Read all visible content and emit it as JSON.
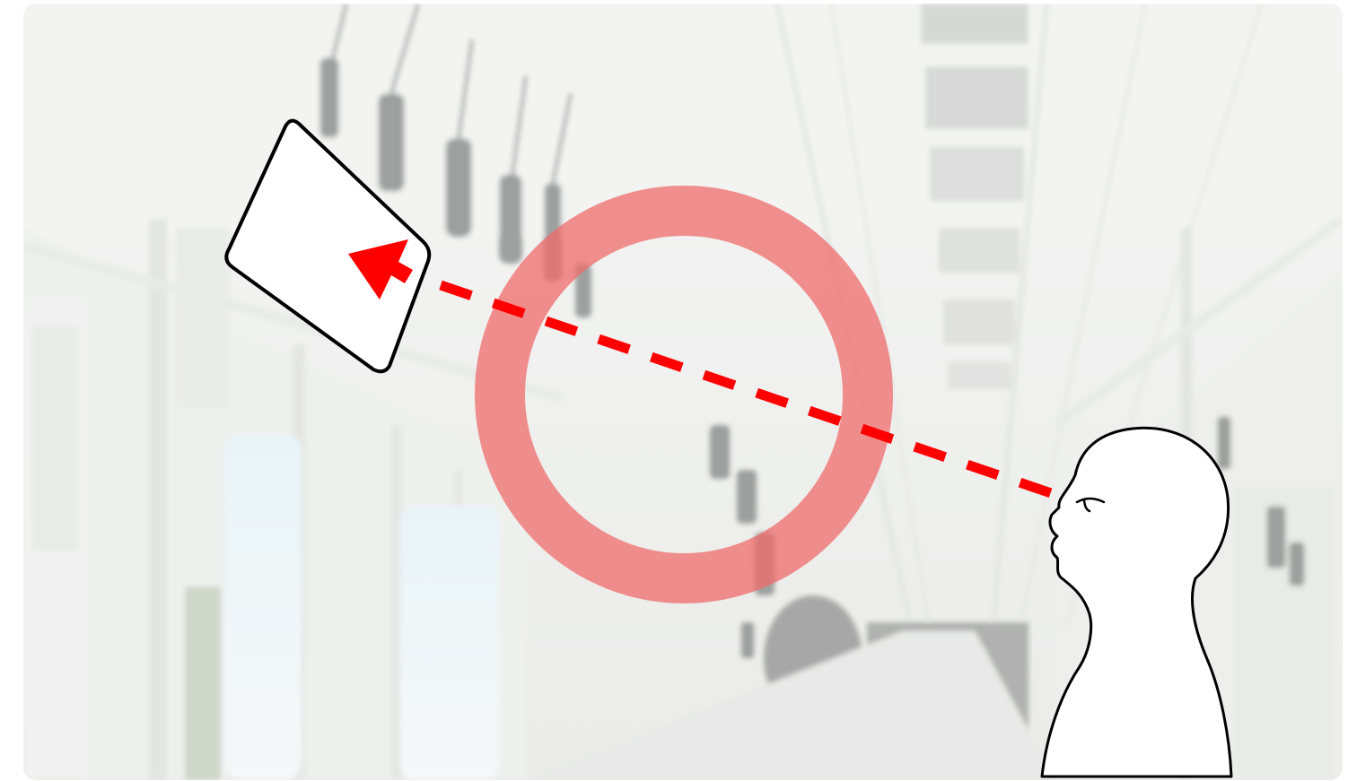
{
  "scene": {
    "setting": "train-car-interior",
    "style": "faded-photo"
  },
  "overlay": {
    "accent_color": "#ff0000",
    "ring_color": "#ef6b6b",
    "ring_opacity": 0.75,
    "sign_fill": "#ffffff",
    "outline_color": "#000000",
    "person_fill": "#ffffff"
  },
  "icons": {
    "sign": "card-sign-icon",
    "arrow": "red-arrow-icon",
    "person": "person-head-icon"
  }
}
